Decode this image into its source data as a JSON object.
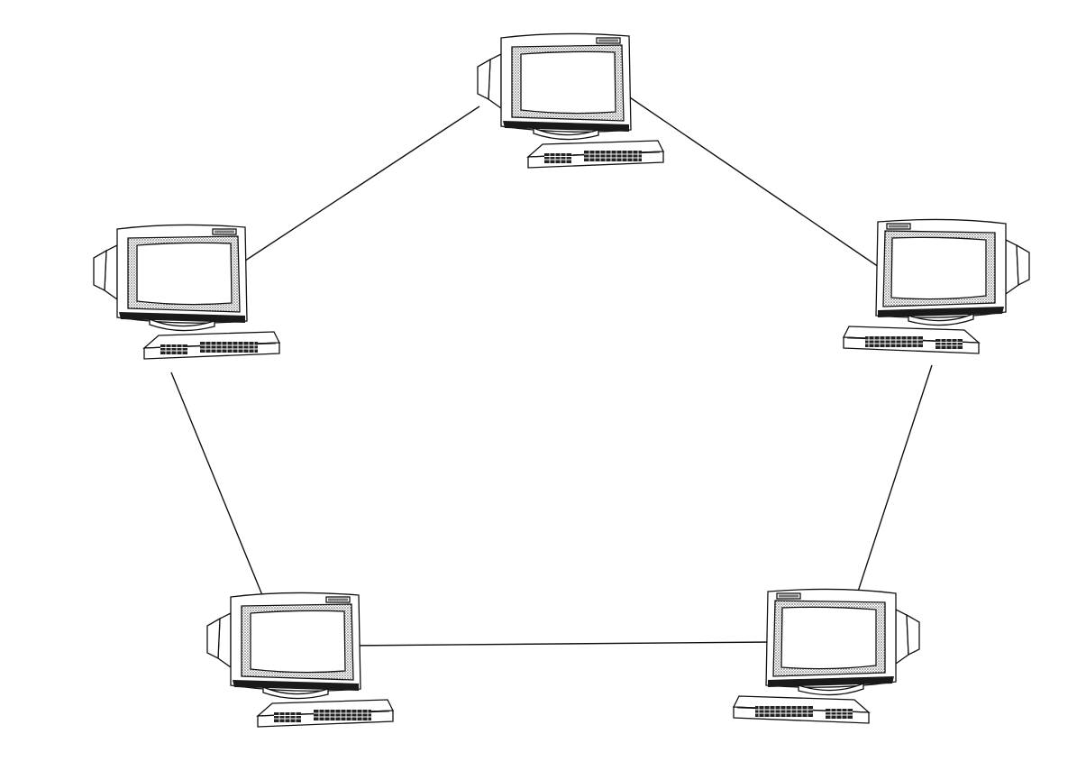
{
  "diagram": {
    "type": "ring-network-topology",
    "node_icon": "computer-terminal-icon",
    "nodes": [
      {
        "id": "top",
        "icon": "computer-terminal-icon",
        "facing": "right"
      },
      {
        "id": "upper-left",
        "icon": "computer-terminal-icon",
        "facing": "right"
      },
      {
        "id": "upper-right",
        "icon": "computer-terminal-icon",
        "facing": "left"
      },
      {
        "id": "lower-left",
        "icon": "computer-terminal-icon",
        "facing": "right"
      },
      {
        "id": "lower-right",
        "icon": "computer-terminal-icon",
        "facing": "left"
      }
    ],
    "links": [
      {
        "from": "top",
        "to": "upper-left"
      },
      {
        "from": "top",
        "to": "upper-right"
      },
      {
        "from": "upper-left",
        "to": "lower-left"
      },
      {
        "from": "upper-right",
        "to": "lower-right"
      },
      {
        "from": "lower-left",
        "to": "lower-right"
      }
    ],
    "colors": {
      "ink": "#111111",
      "body": "#ffffff",
      "bezel_pattern": "#9a9a9a",
      "screen": "#ffffff",
      "base": "#1a1a1a"
    }
  }
}
